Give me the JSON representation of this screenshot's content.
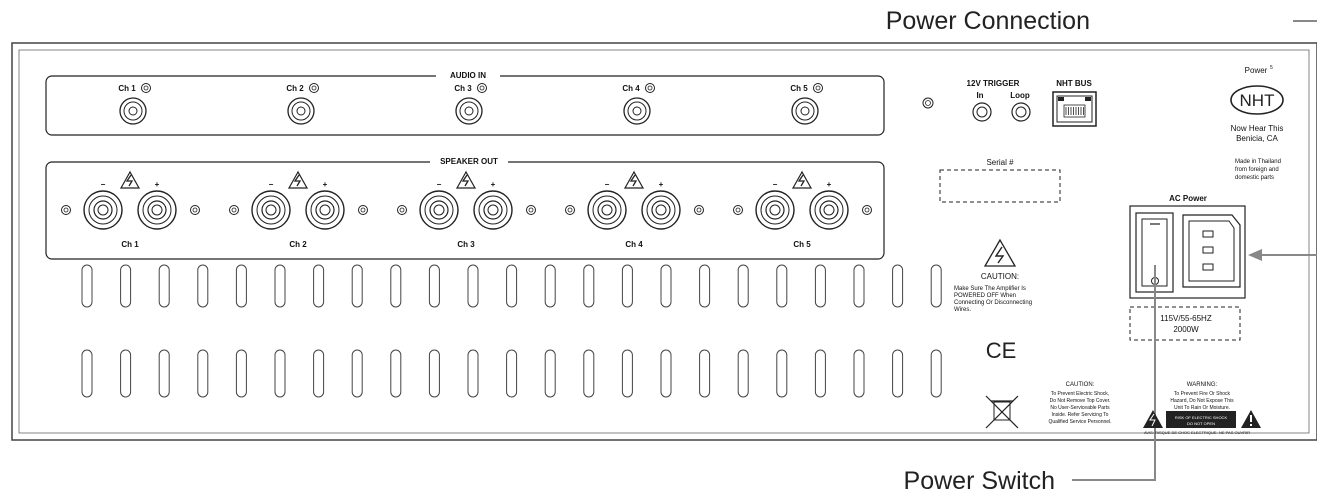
{
  "callouts": {
    "power_connection": "Power Connection",
    "power_switch": "Power Switch"
  },
  "audio_in": {
    "title": "AUDIO IN",
    "channels": [
      "Ch 1",
      "Ch 2",
      "Ch 3",
      "Ch 4",
      "Ch 5"
    ]
  },
  "speaker_out": {
    "title": "SPEAKER OUT",
    "channels": [
      "Ch 1",
      "Ch 2",
      "Ch 3",
      "Ch 4",
      "Ch 5"
    ],
    "minus": "−",
    "plus": "+"
  },
  "trigger": {
    "title": "12V TRIGGER",
    "in": "In",
    "loop": "Loop"
  },
  "bus": {
    "title": "NHT BUS"
  },
  "brand": {
    "power": "Power",
    "power_sup": "5",
    "logo": "NHT",
    "line1": "Now Hear This",
    "line2": "Benicia, CA",
    "made1": "Made in Thailand",
    "made2": "from foreign and",
    "made3": "domestic parts"
  },
  "serial": "Serial #",
  "ac_power": {
    "title": "AC Power",
    "rating1": "115V/55-65HZ",
    "rating2": "2000W"
  },
  "caution_main": {
    "title": "CAUTION:",
    "lines": [
      "Make Sure The Amplifier Is",
      "POWERED  OFF  When",
      "Connecting Or Disconnecting",
      "Wires."
    ]
  },
  "caution_shock": {
    "title": "CAUTION:",
    "lines": [
      "To Prevent Electric Shock,",
      "Do Not Remove Top Cover.",
      "No User-Serviceable Parts",
      "Inside. Refer Servicing To",
      "Qualified Service Personnel."
    ]
  },
  "warning": {
    "title": "WARNING:",
    "lines": [
      "To Prevent Fire Or Shock",
      "Hazard, Do Not Expose This",
      "Unit To Rain Or Moisture."
    ],
    "label1": "RISK OF ELECTRIC SHOCK",
    "label2": "DO NOT OPEN",
    "french": "AVIS: RISQUE DE CHOC ELECTRIQUE- NE PAS OUVRIR"
  },
  "ce_mark": "CE"
}
